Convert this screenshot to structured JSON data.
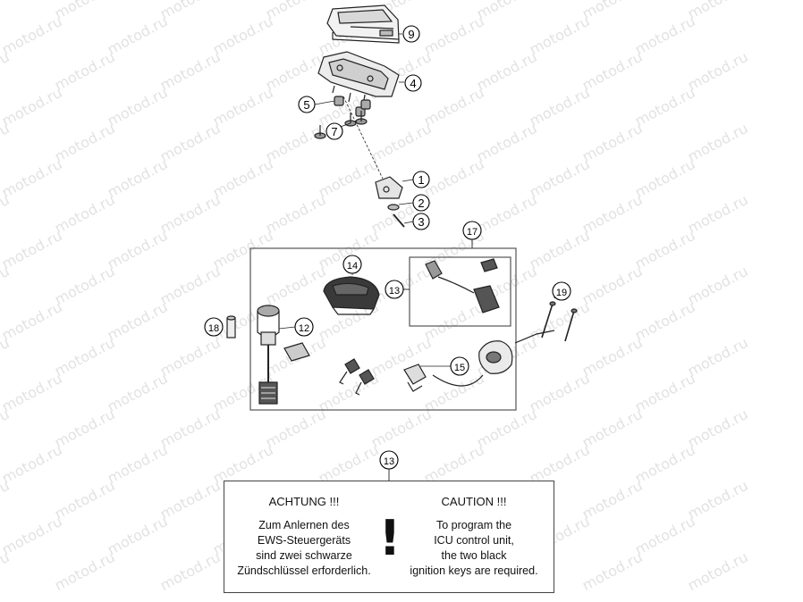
{
  "watermark": "motod.ru",
  "callouts": [
    "9",
    "4",
    "5",
    "7",
    "1",
    "2",
    "3",
    "17",
    "14",
    "13",
    "12",
    "18",
    "19",
    "15",
    "13"
  ],
  "caution_panel": {
    "callout": "13",
    "german": {
      "heading": "ACHTUNG !!!",
      "lines": [
        "Zum Anlernen des",
        "EWS-Steuergeräts",
        "sind zwei schwarze",
        "Zündschlüssel erforderlich."
      ]
    },
    "english": {
      "heading": "CAUTION !!!",
      "lines": [
        "To program the",
        "ICU control unit,",
        "the two black",
        "ignition keys are required."
      ]
    },
    "symbol": "!"
  }
}
